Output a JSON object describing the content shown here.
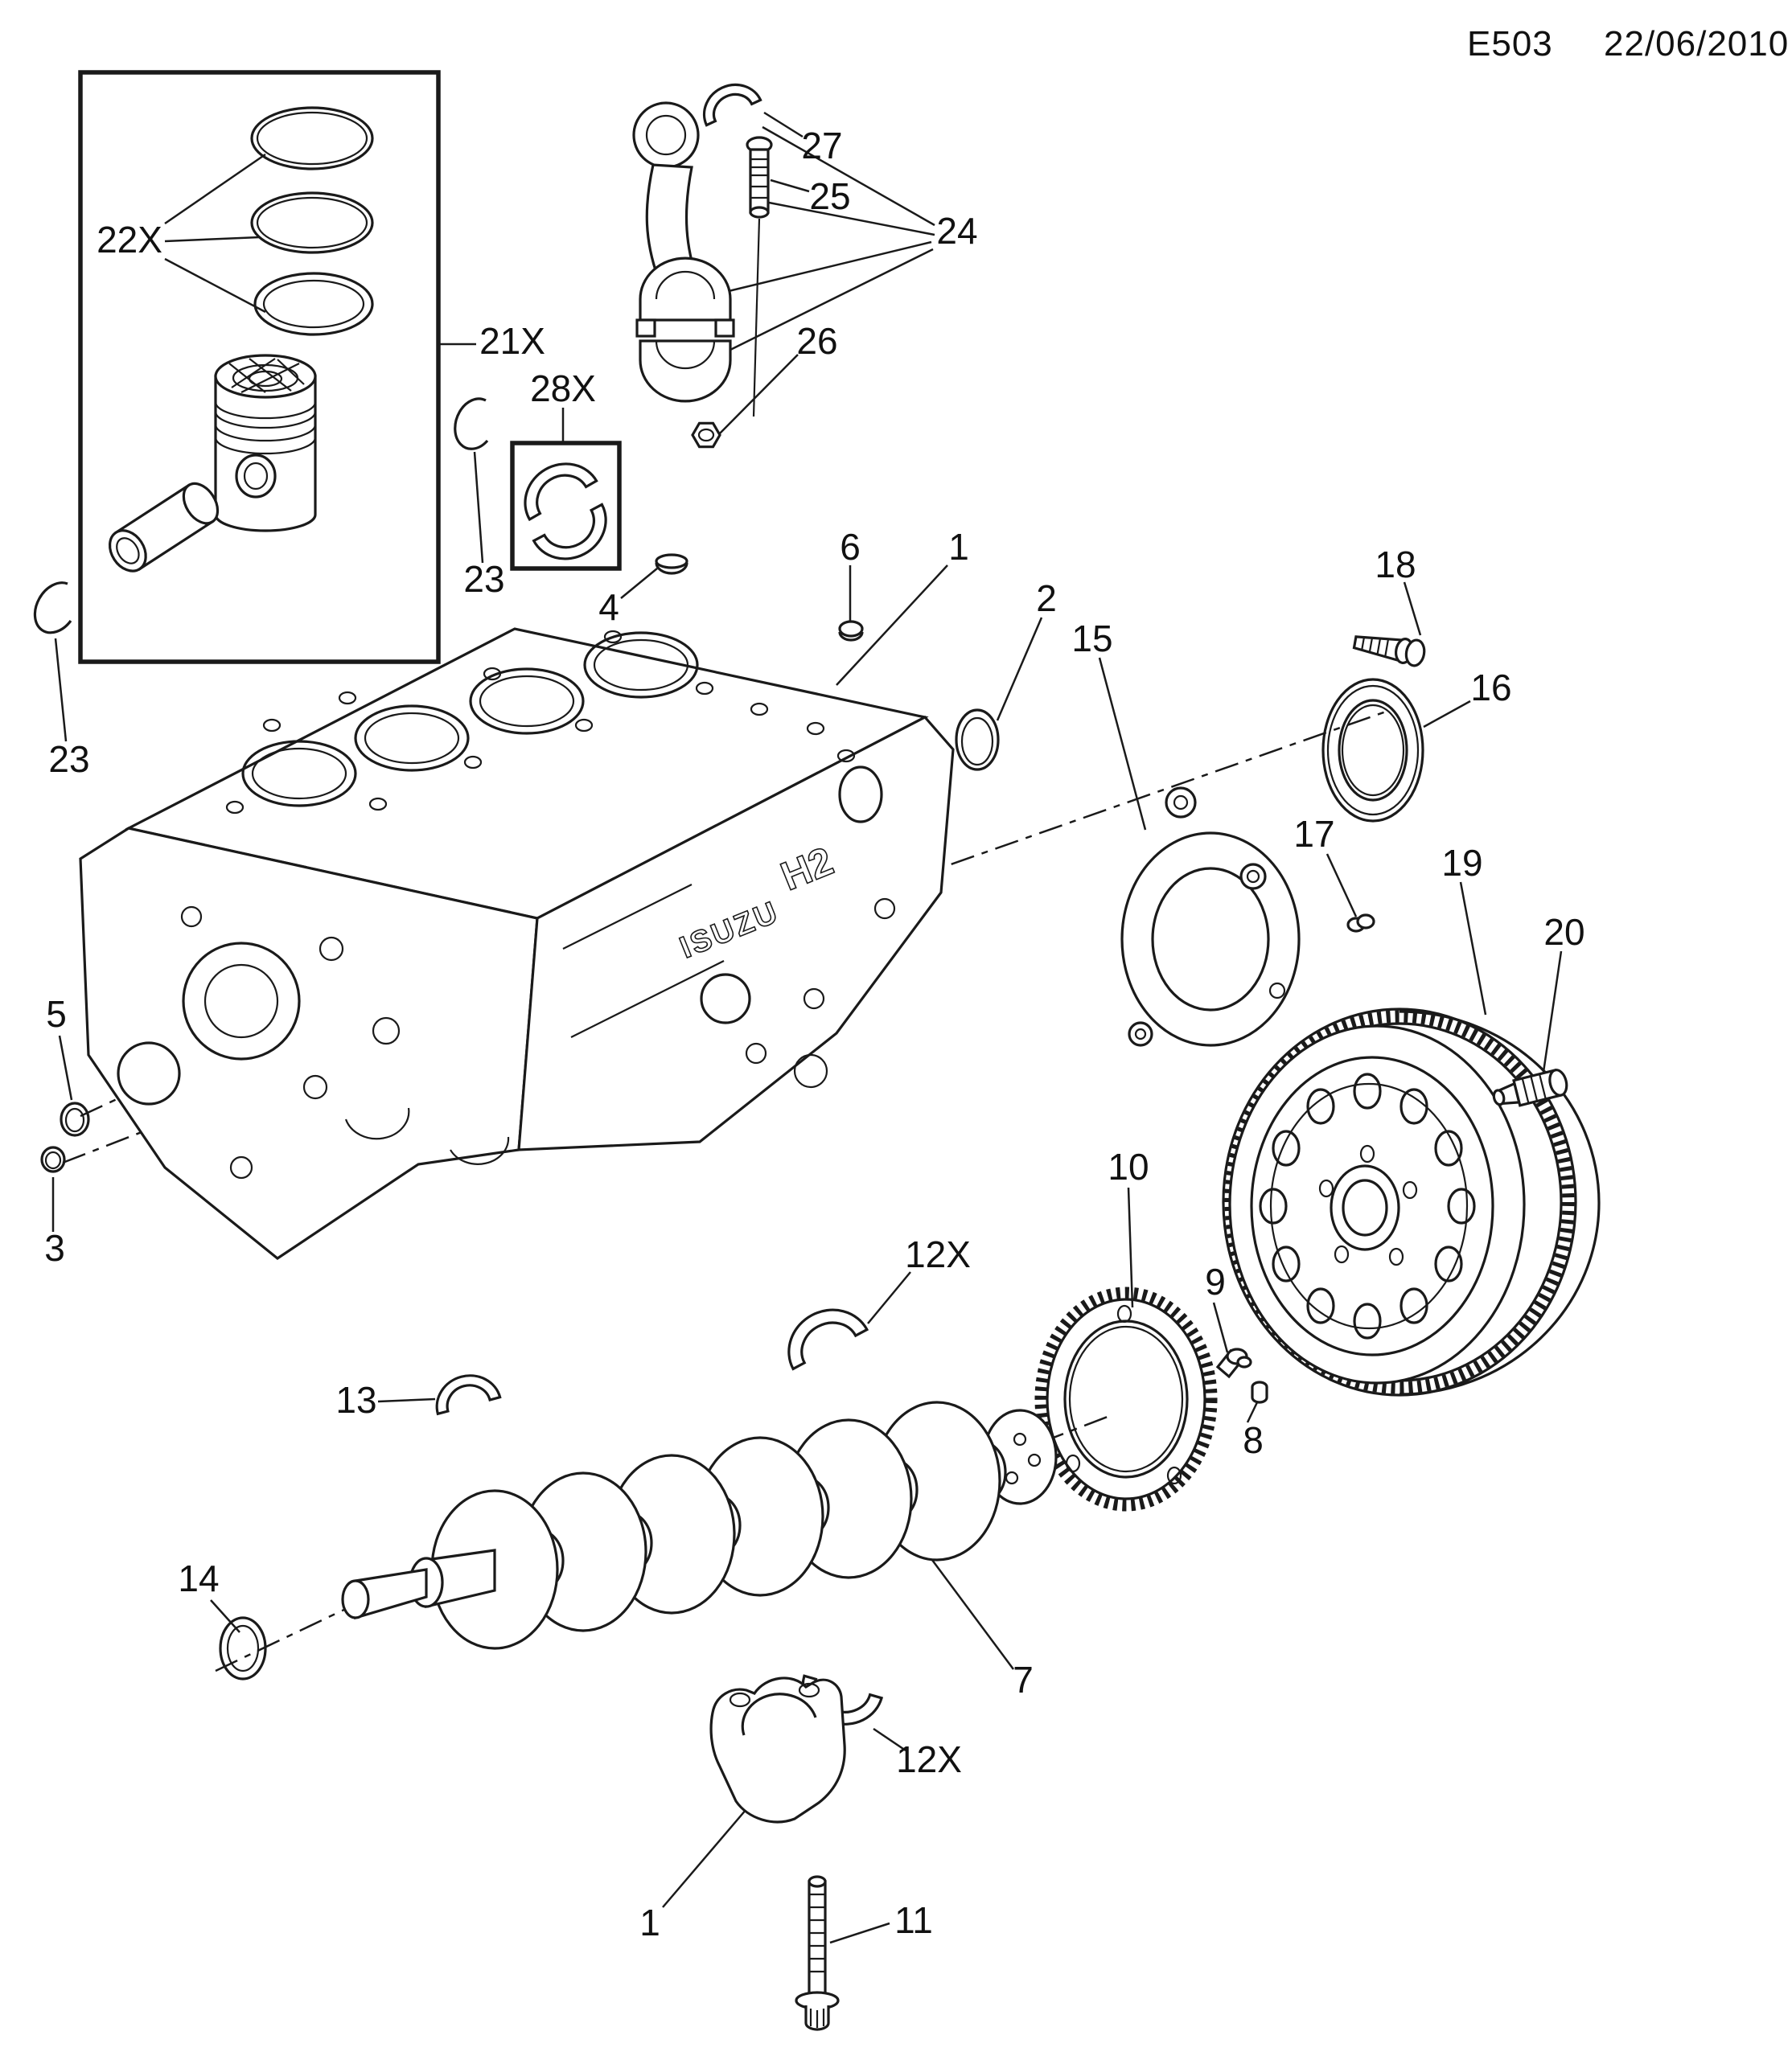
{
  "header": {
    "code": "E503",
    "date": "22/06/2010"
  },
  "block_markings": {
    "line1": "H2",
    "line2": "ISUZU"
  },
  "callouts": [
    {
      "label": "22X"
    },
    {
      "label": "21X"
    },
    {
      "label": "28X"
    },
    {
      "label": "23"
    },
    {
      "label": "23"
    },
    {
      "label": "4"
    },
    {
      "label": "27"
    },
    {
      "label": "25"
    },
    {
      "label": "24"
    },
    {
      "label": "26"
    },
    {
      "label": "6"
    },
    {
      "label": "1"
    },
    {
      "label": "2"
    },
    {
      "label": "15"
    },
    {
      "label": "18"
    },
    {
      "label": "16"
    },
    {
      "label": "17"
    },
    {
      "label": "19"
    },
    {
      "label": "20"
    },
    {
      "label": "5"
    },
    {
      "label": "3"
    },
    {
      "label": "13"
    },
    {
      "label": "14"
    },
    {
      "label": "12X"
    },
    {
      "label": "10"
    },
    {
      "label": "9"
    },
    {
      "label": "8"
    },
    {
      "label": "7"
    },
    {
      "label": "12X"
    },
    {
      "label": "11"
    },
    {
      "label": "1"
    }
  ]
}
